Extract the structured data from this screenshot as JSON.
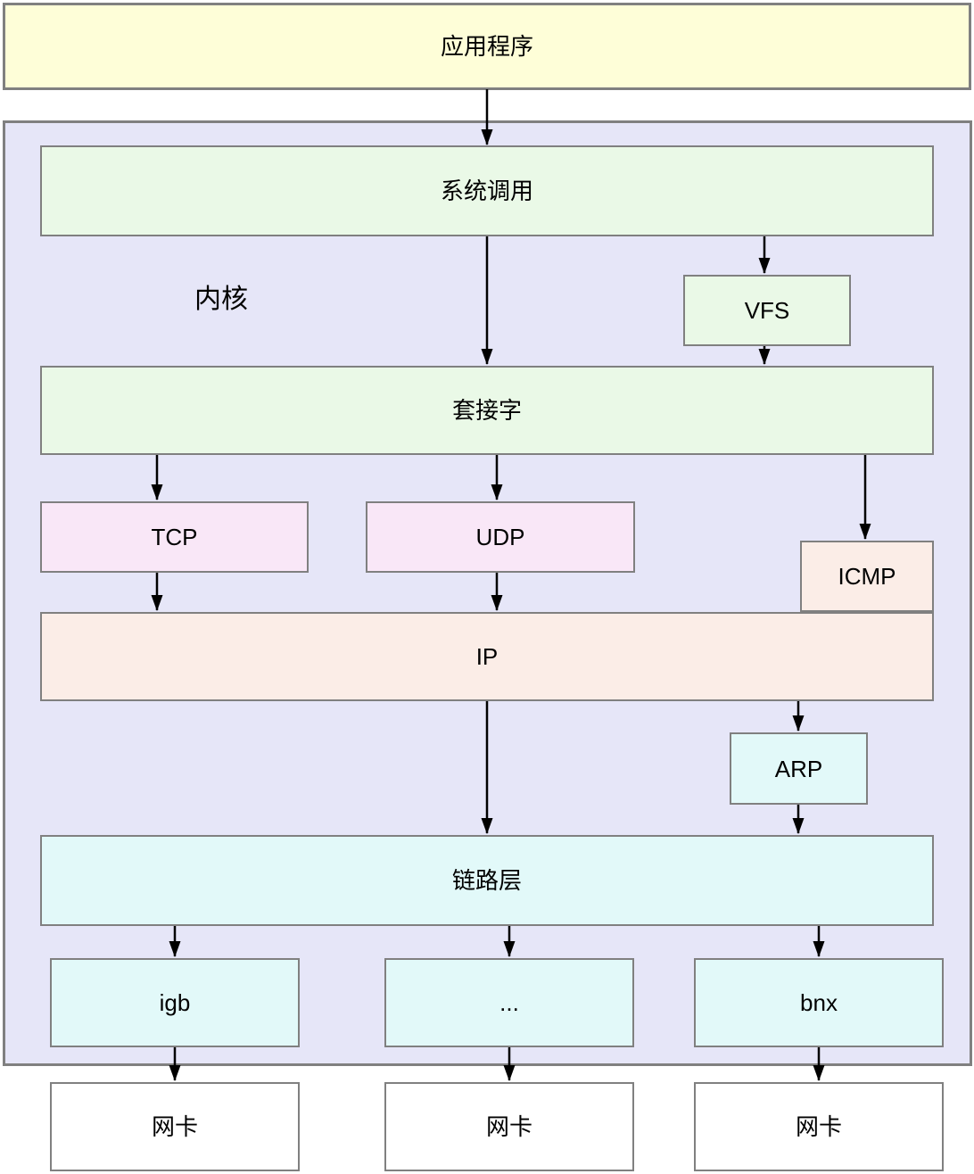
{
  "nodes": {
    "app": "应用程序",
    "kernel": "内核",
    "syscall": "系统调用",
    "vfs": "VFS",
    "socket": "套接字",
    "tcp": "TCP",
    "udp": "UDP",
    "icmp": "ICMP",
    "ip": "IP",
    "arp": "ARP",
    "link": "链路层",
    "igb": "igb",
    "ellipsis": "...",
    "bnx": "bnx",
    "nic1": "网卡",
    "nic2": "网卡",
    "nic3": "网卡"
  },
  "colors": {
    "app_fill": "#FEFED8",
    "kernel_fill": "#E6E6F8",
    "green_fill": "#EAF9E7",
    "pink_fill": "#F9E7F7",
    "peach_fill": "#FBEDE7",
    "cyan_fill": "#E2F9F9",
    "nic_fill": "#FFFFFF",
    "border": "#808080",
    "arrow": "#000000"
  }
}
